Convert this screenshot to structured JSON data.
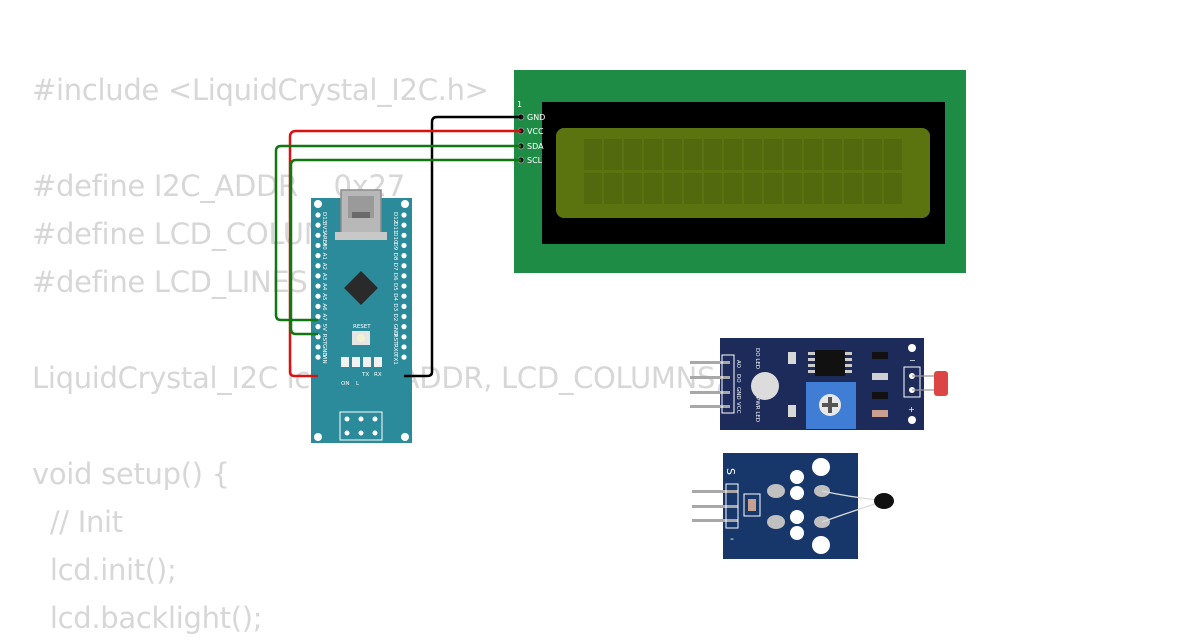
{
  "code_lines": [
    "#include <LiquidCrystal_I2C.h>",
    "",
    "#define I2C_ADDR    0x27",
    "#define LCD_COLUMNS 20",
    "#define LCD_LINES   4",
    "",
    "LiquidCrystal_I2C lcd(I2C_ADDR, LCD_COLUMNS, LCD_LINES);",
    "",
    "void setup() {",
    "  // Init",
    "  lcd.init();",
    "  lcd.backlight();"
  ],
  "lcd": {
    "pin1_label": "1",
    "pins": [
      "GND",
      "VCC",
      "SDA",
      "SCL"
    ],
    "board_color": "#1e8c45",
    "screen_color": "#5b7410"
  },
  "nano": {
    "left_pins": [
      "D13",
      "3V3",
      "AREF",
      "A0",
      "A1",
      "A2",
      "A3",
      "A4",
      "A5",
      "A6",
      "A7",
      "5V",
      "RST",
      "GND",
      "VIN"
    ],
    "right_pins": [
      "D12",
      "D11",
      "D10",
      "D9",
      "D8",
      "D7",
      "D6",
      "D5",
      "D4",
      "D3",
      "D2",
      "GND",
      "RST",
      "RX0",
      "TX1"
    ],
    "reset_label": "RESET",
    "led_labels": [
      "TX",
      "RX",
      "ON",
      "L"
    ],
    "board_color": "#2b8b9a"
  },
  "ldr_module": {
    "pins": [
      "AO",
      "DO",
      "GND",
      "VCC"
    ],
    "led_labels": [
      "DO LED",
      "PWR LED"
    ],
    "minus": "−",
    "plus": "+"
  },
  "ntc_module": {
    "s_label": "S",
    "minus_label": "-"
  },
  "wire_colors": {
    "gnd": "#000000",
    "vcc": "#dd1111",
    "i2c": "#117711"
  }
}
